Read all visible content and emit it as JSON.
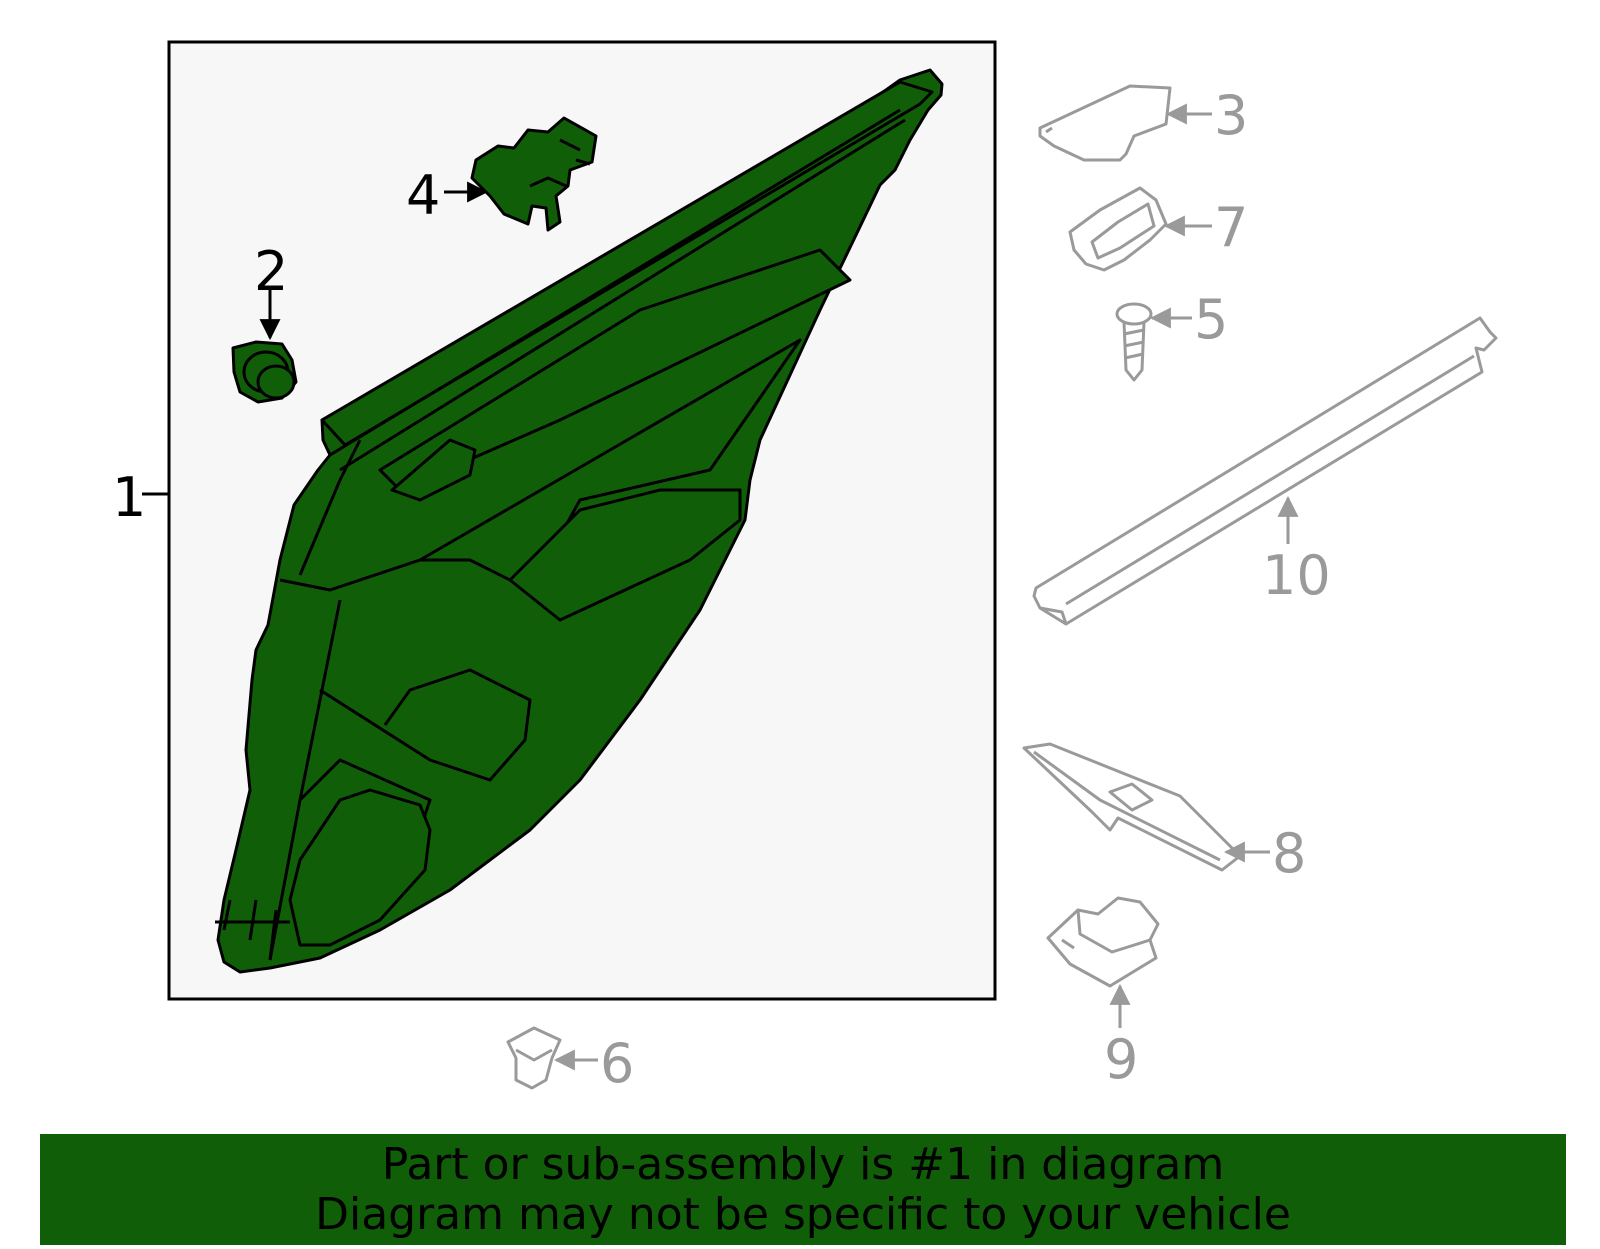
{
  "colors": {
    "highlight": "#115e08",
    "frame_background": "#f7f7f7",
    "outline_dark": "#000000",
    "outline_light": "#9a9a9a",
    "banner_background": "#115e08"
  },
  "callouts": {
    "c1": "1",
    "c2": "2",
    "c3": "3",
    "c4": "4",
    "c5": "5",
    "c6": "6",
    "c7": "7",
    "c8": "8",
    "c9": "9",
    "c10": "10"
  },
  "banner": {
    "line1": "Part or sub-assembly is #1 in diagram",
    "line2": "Diagram may not be specific to your vehicle"
  }
}
